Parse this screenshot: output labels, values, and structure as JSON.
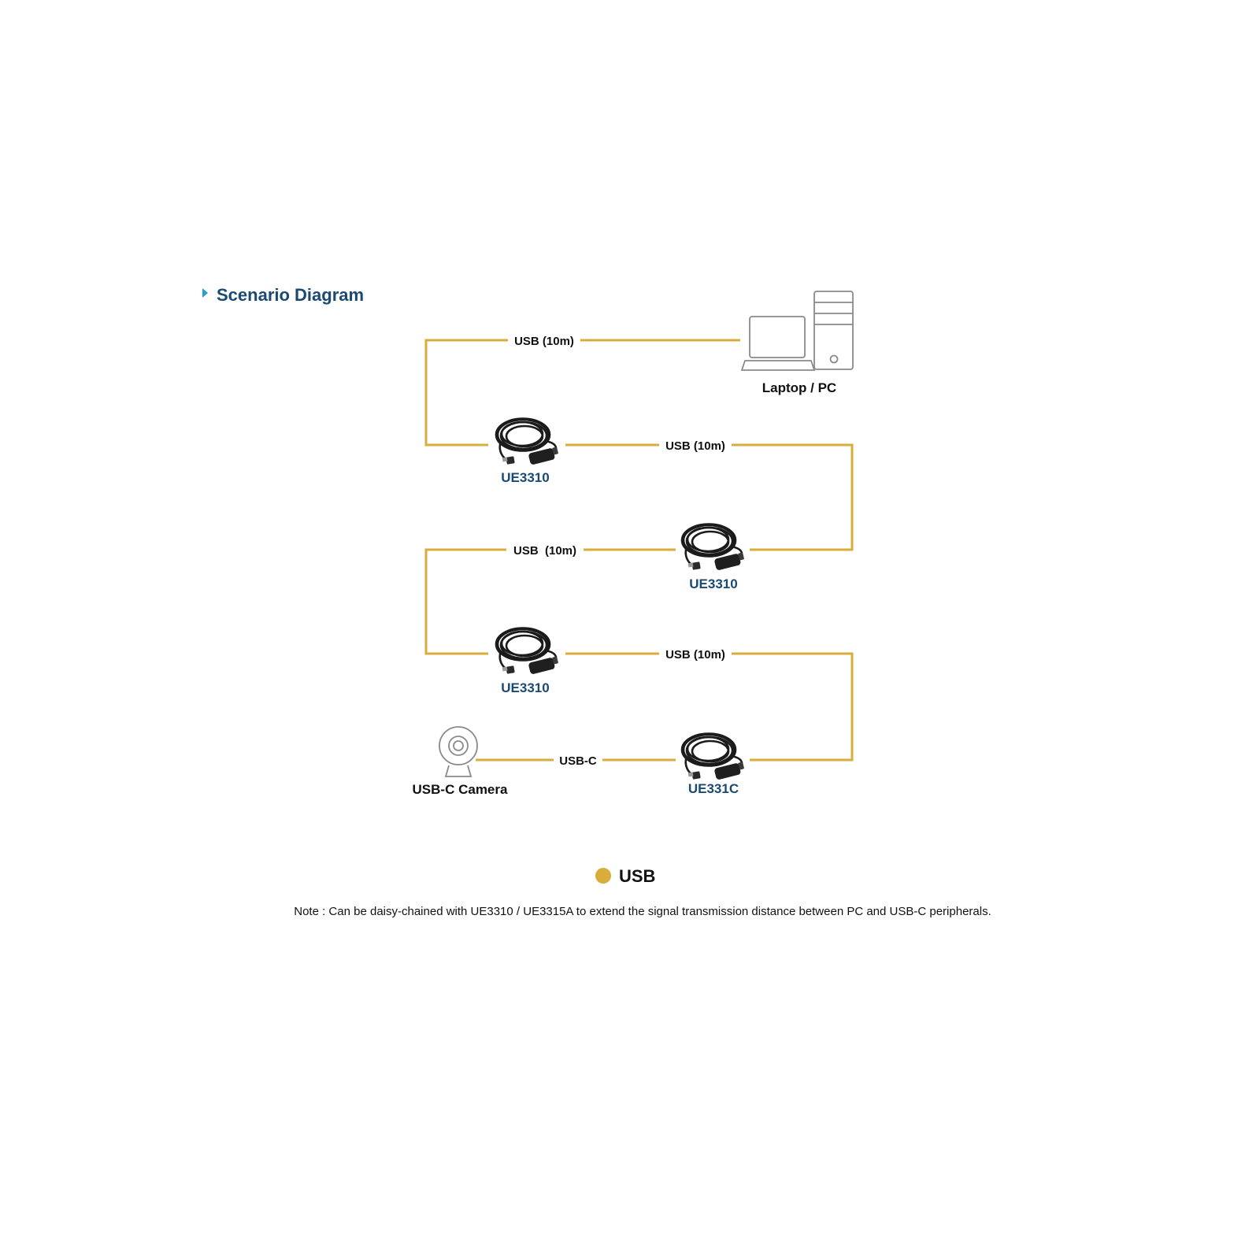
{
  "title": "Scenario Diagram",
  "colors": {
    "title": "#1a4a72",
    "title_arrow": "#2a9bd5",
    "product_label": "#1a4a72",
    "usb_line": "#d9ad3c",
    "device_outline": "#8a8a8a",
    "cable": "#1b1b1b"
  },
  "devices": {
    "pc": {
      "label": "Laptop / PC",
      "icons": [
        "laptop-icon",
        "desktop-tower-icon"
      ]
    },
    "camera": {
      "label": "USB-C Camera",
      "icon": "webcam-icon"
    }
  },
  "products": [
    {
      "label": "UE3310",
      "icon": "usb-extension-cable-icon"
    },
    {
      "label": "UE3310",
      "icon": "usb-extension-cable-icon"
    },
    {
      "label": "UE3310",
      "icon": "usb-extension-cable-icon"
    },
    {
      "label": "UE331C",
      "icon": "usb-extension-cable-icon"
    }
  ],
  "connections": [
    {
      "label": "USB (10m)"
    },
    {
      "label": "USB (10m)"
    },
    {
      "label": "USB  (10m)"
    },
    {
      "label": "USB (10m)"
    },
    {
      "label": "USB-C"
    }
  ],
  "legend": {
    "label": "USB",
    "color": "#d9ad3c"
  },
  "note": "Note : Can be daisy-chained with UE3310 / UE3315A to extend the signal transmission distance between PC and USB-C peripherals."
}
